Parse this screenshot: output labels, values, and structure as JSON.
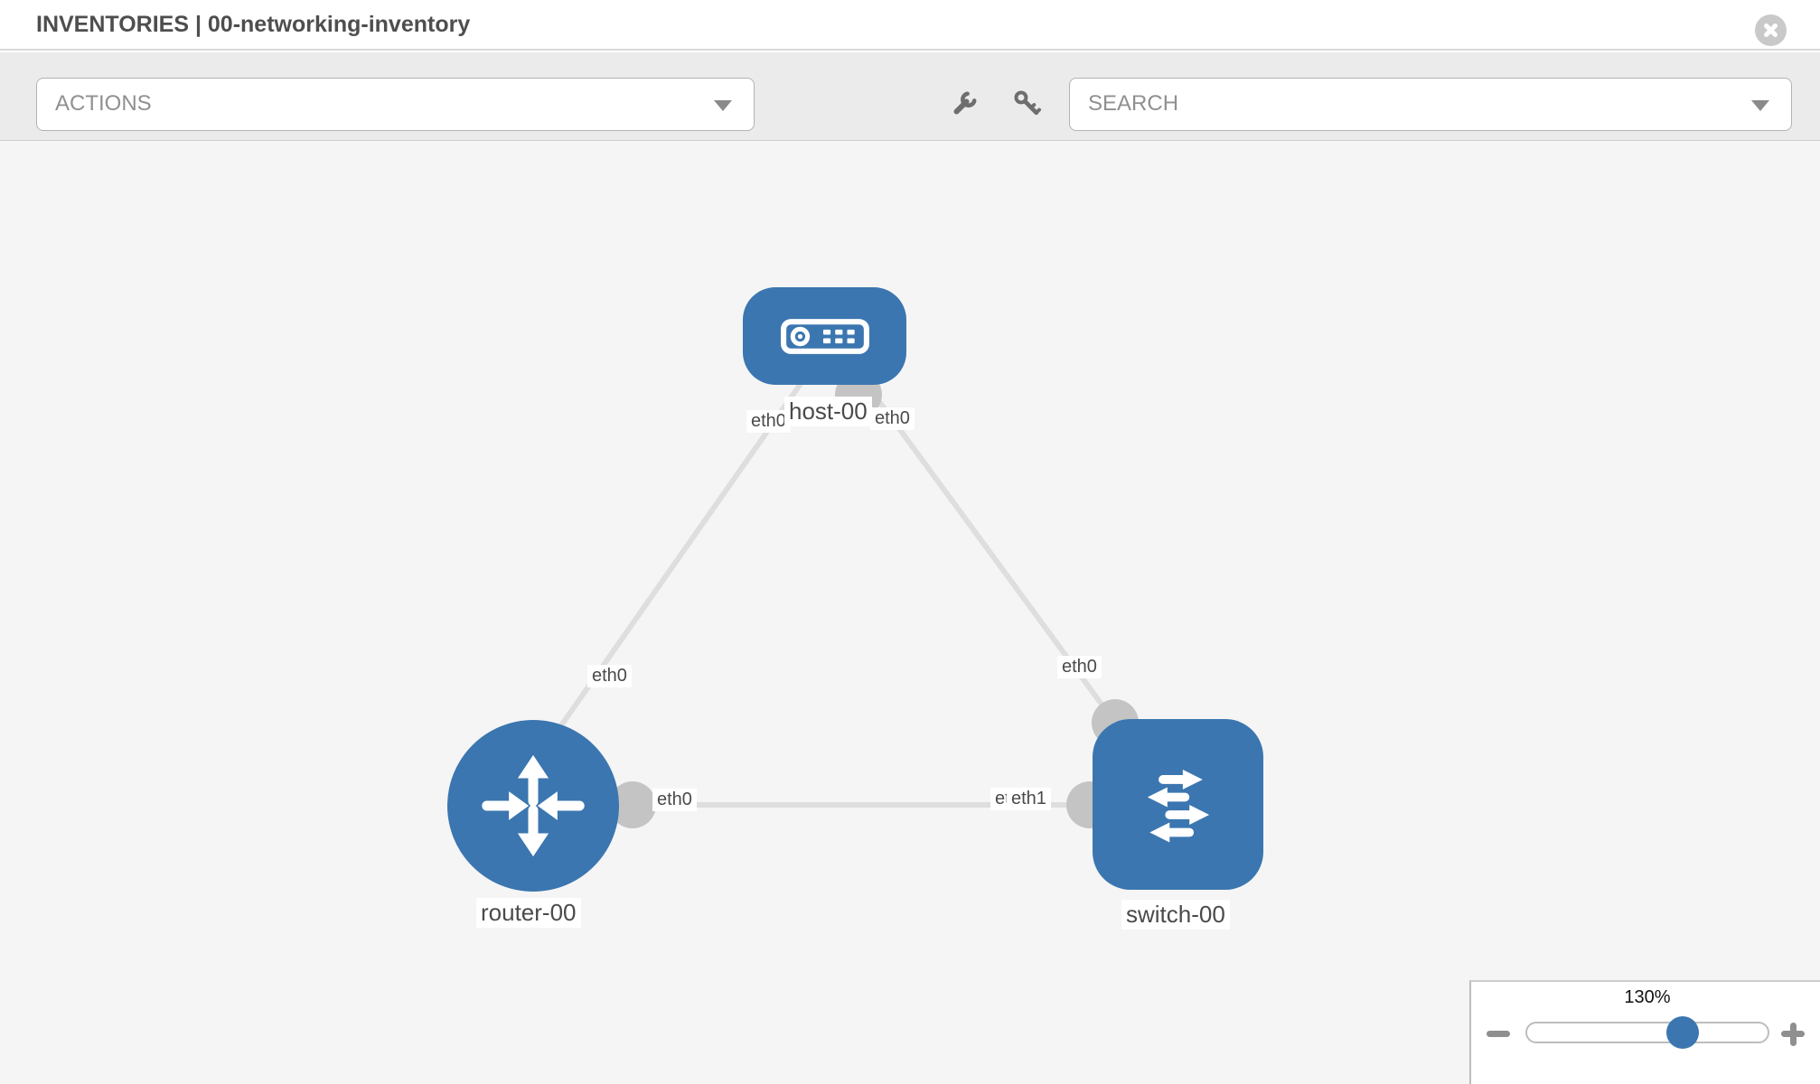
{
  "header": {
    "title": "INVENTORIES | 00-networking-inventory"
  },
  "toolbar": {
    "actions_label": "ACTIONS",
    "search_label": "SEARCH"
  },
  "topology": {
    "nodes": [
      {
        "label": "host-00",
        "type": "host"
      },
      {
        "label": "router-00",
        "type": "router"
      },
      {
        "label": "switch-00",
        "type": "switch"
      }
    ],
    "iface_labels": {
      "host_left": "eth0",
      "host_right": "eth0",
      "link_host_router_router_end": "eth0",
      "link_host_switch_switch_end": "eth0",
      "link_router_switch_router_end": "eth0",
      "link_router_switch_switch_end_under": "eth0",
      "link_router_switch_switch_end_over": "eth1"
    }
  },
  "zoom_control": {
    "level": "130%"
  },
  "colors": {
    "node_blue": "#3b76b0",
    "link_gray": "#dedede",
    "port_gray": "#c4c4c4",
    "canvas_bg": "#f5f5f5",
    "toolbar_bg": "#ebebeb"
  }
}
